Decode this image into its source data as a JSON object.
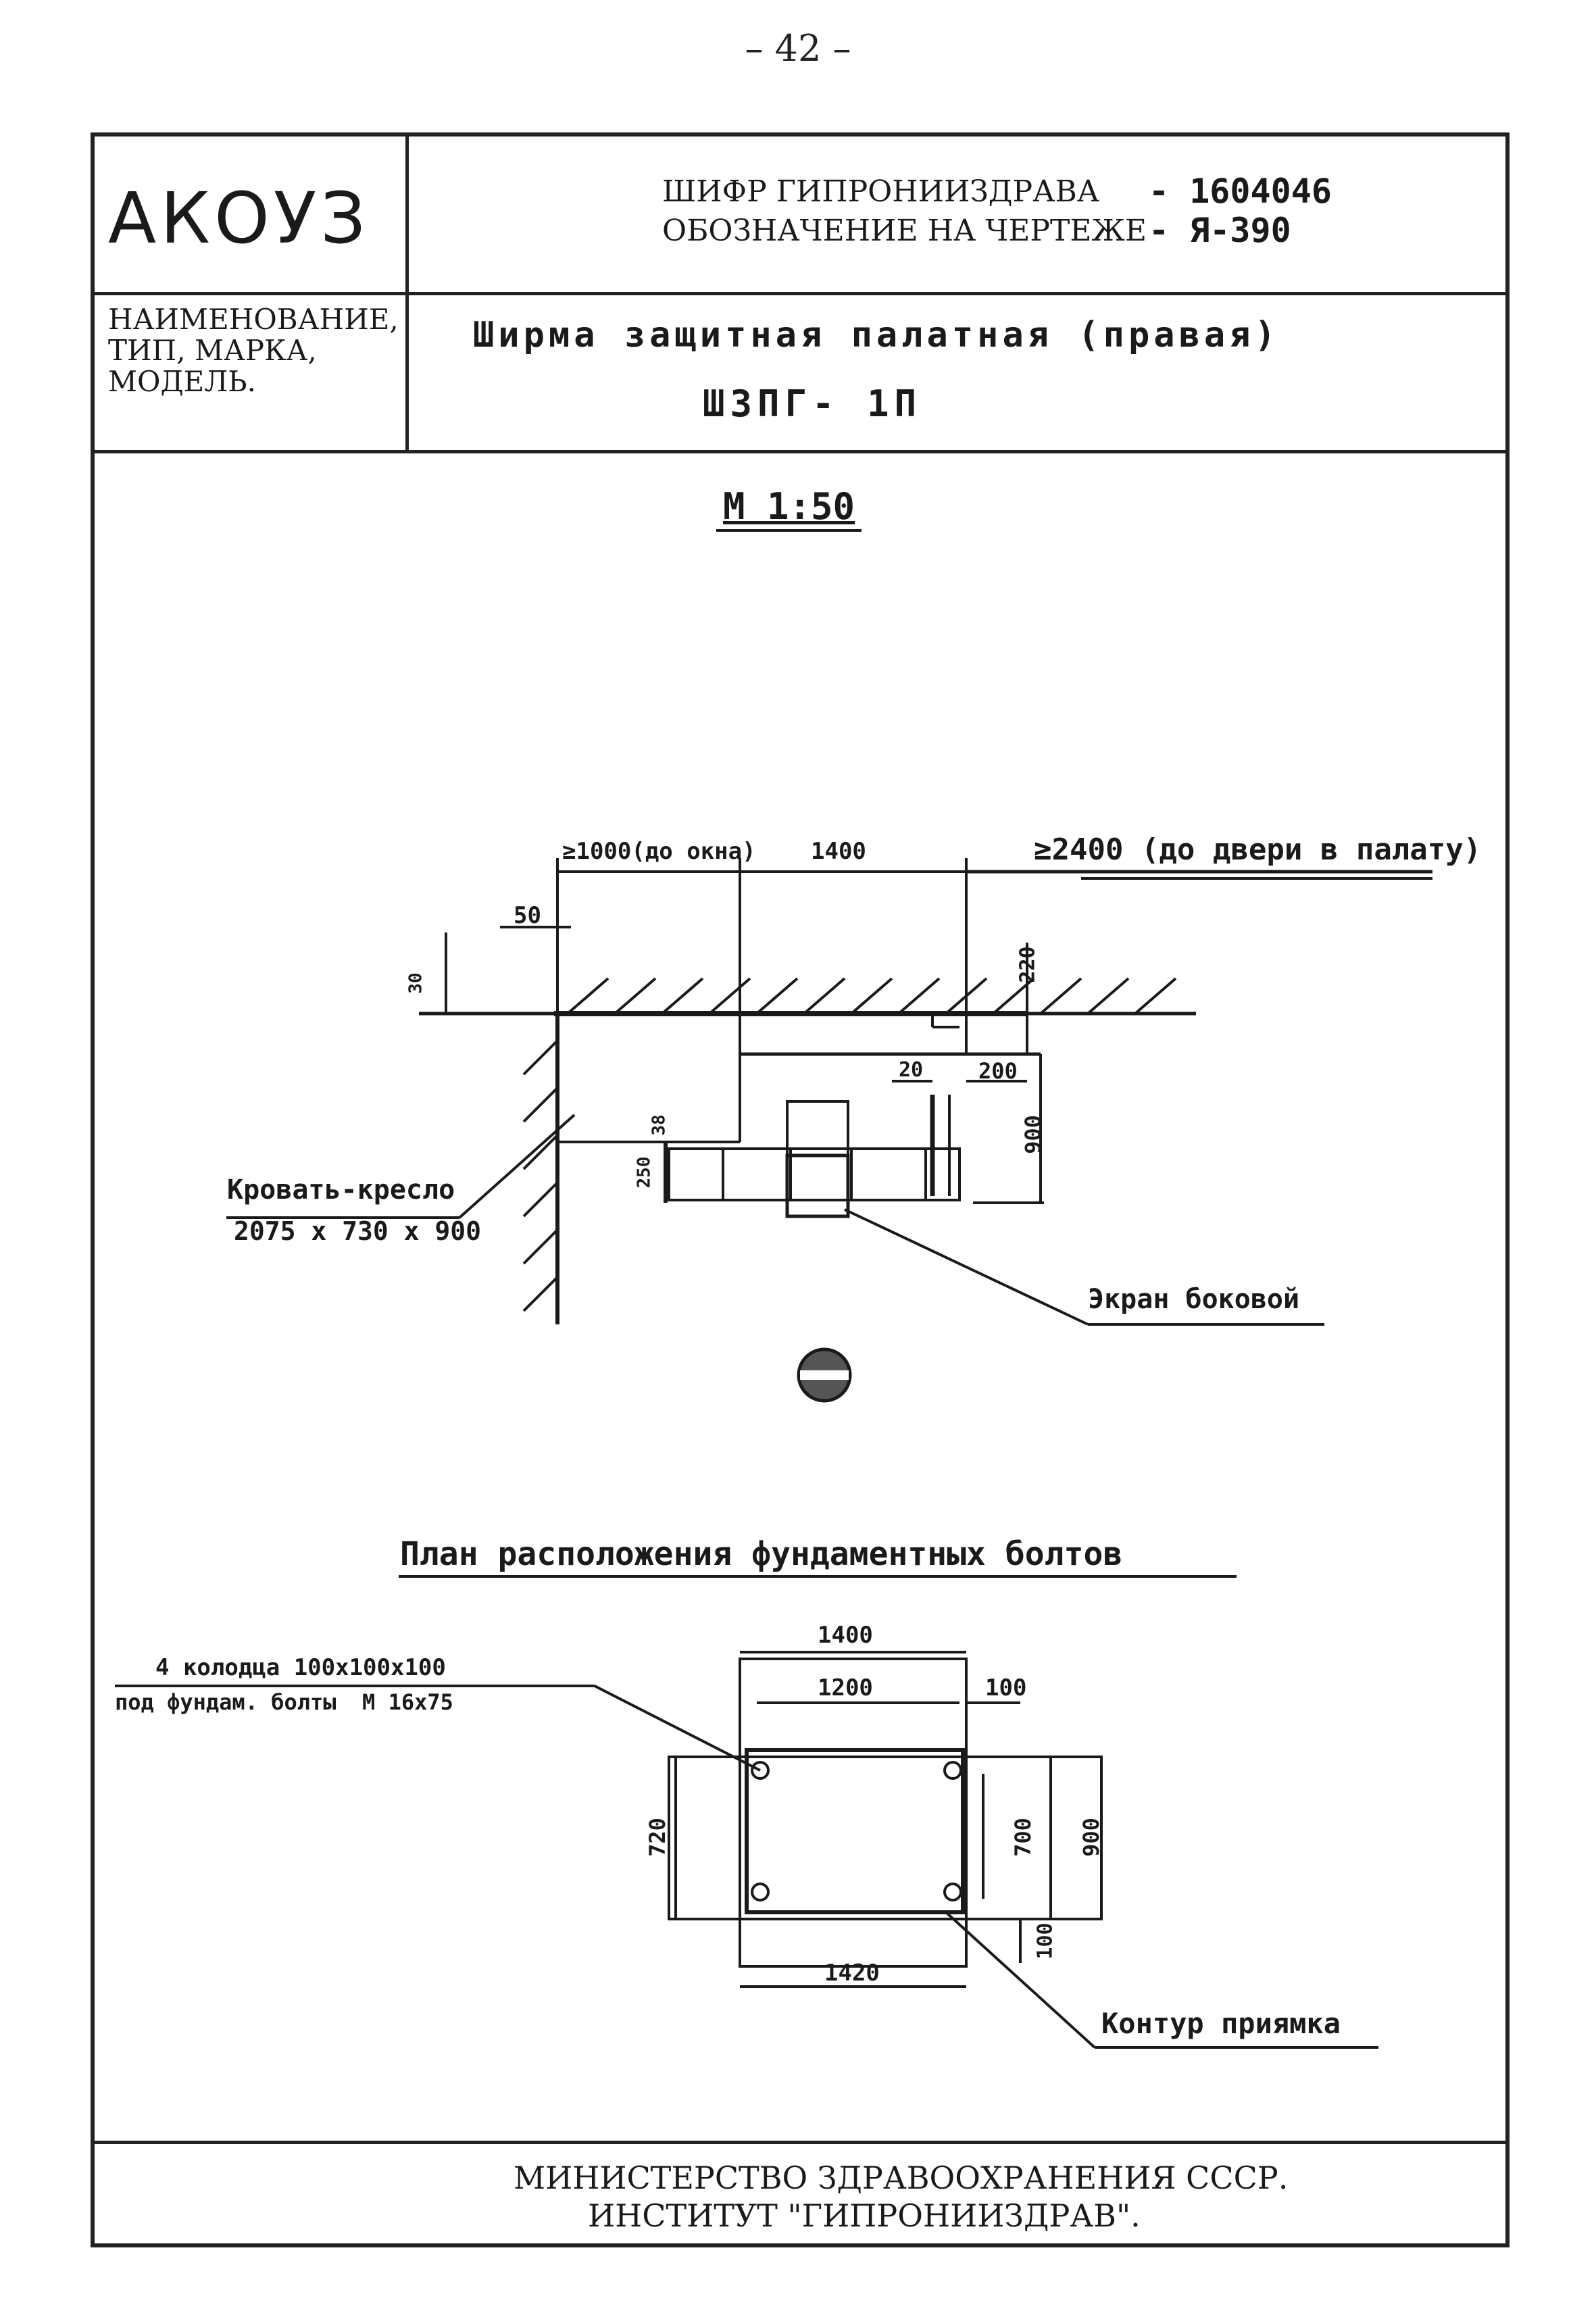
{
  "page_number": "– 42 –",
  "header": {
    "code": "АКОУЗ",
    "shifr_label": "ШИФР ГИПРОНИИЗДРАВА",
    "shifr_value": "- 1604046",
    "designation_label": "ОБОЗНАЧЕНИЕ НА ЧЕРТЕЖЕ",
    "designation_value": "- Я-390",
    "name_label_1": "НАИМЕНОВАНИЕ,",
    "name_label_2": "ТИП, МАРКА,",
    "name_label_3": "МОДЕЛЬ.",
    "title_line_1": "Ширма защитная палатная (правая)",
    "title_line_2": "ШЗПГ- 1П"
  },
  "scale": "М 1:50",
  "plan": {
    "dim_window": "≥1000(до окна)",
    "dim_width": "1400",
    "dim_door": "≥2400 (до двери в палату)",
    "dim_50": "50",
    "dim_30": "30",
    "dim_220": "220",
    "dim_20": "20",
    "dim_200": "200",
    "dim_900": "900",
    "dim_250": "250",
    "dim_38": "38",
    "bed_label_1": "Кровать-кресло",
    "bed_label_2": "2075 x 730 x 900",
    "screen_label": "Экран боковой"
  },
  "bolts": {
    "title": "План расположения фундаментных болтов",
    "wells_label_1": "4 колодца 100x100x100",
    "wells_label_2": "под фундам. болты  М 16x75",
    "dim_1400": "1400",
    "dim_1200": "1200",
    "dim_100_top": "100",
    "dim_700": "700",
    "dim_900": "900",
    "dim_100_side": "100",
    "dim_720": "720",
    "dim_1420": "1420",
    "pit_label": "Контур приямка"
  },
  "footer": {
    "line_1": "МИНИСТЕРСТВО ЗДРАВООХРАНЕНИЯ СССР.",
    "line_2": "ИНСТИТУТ \"ГИПРОНИИЗДРАВ\"."
  }
}
